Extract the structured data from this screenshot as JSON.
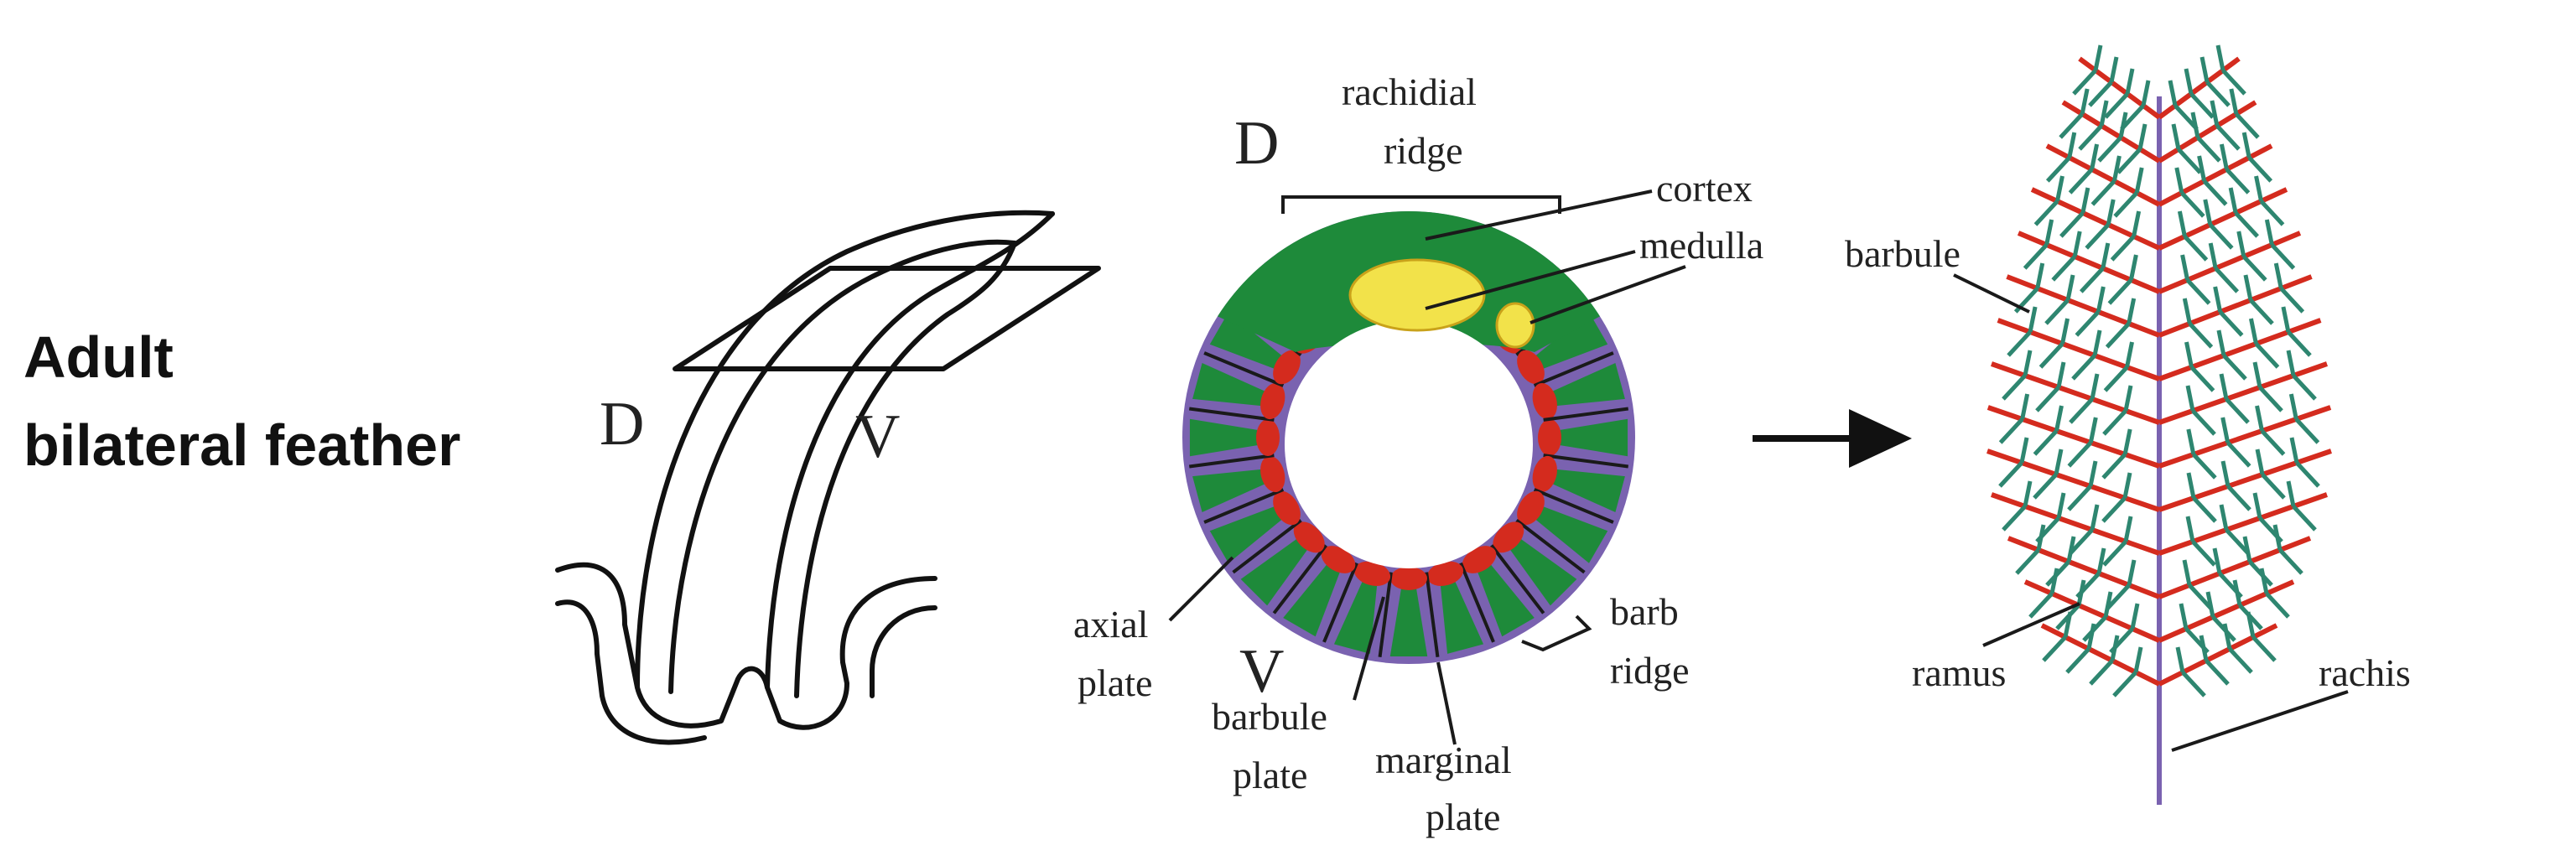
{
  "title": {
    "line1": "Adult",
    "line2": "bilateral feather"
  },
  "orientation": {
    "dorsal": "D",
    "ventral": "V"
  },
  "labels": {
    "rachidial_line1": "rachidial",
    "rachidial_line2": "ridge",
    "cortex": "cortex",
    "medulla": "medulla",
    "axial_line1": "axial",
    "axial_line2": "plate",
    "barbule_plate_line1": "barbule",
    "barbule_plate_line2": "plate",
    "marginal_line1": "marginal",
    "marginal_line2": "plate",
    "barb_ridge_line1": "barb",
    "barb_ridge_line2": "ridge",
    "barbule": "barbule",
    "ramus": "ramus",
    "rachis": "rachis"
  },
  "colors": {
    "green": "#1e8a3a",
    "purple": "#7a62b0",
    "red": "#d42b1e",
    "yellow": "#f2e24a",
    "teal": "#2e8670",
    "ink": "#1a1a1a"
  },
  "icons": {
    "arrow": "arrow-right-icon"
  }
}
